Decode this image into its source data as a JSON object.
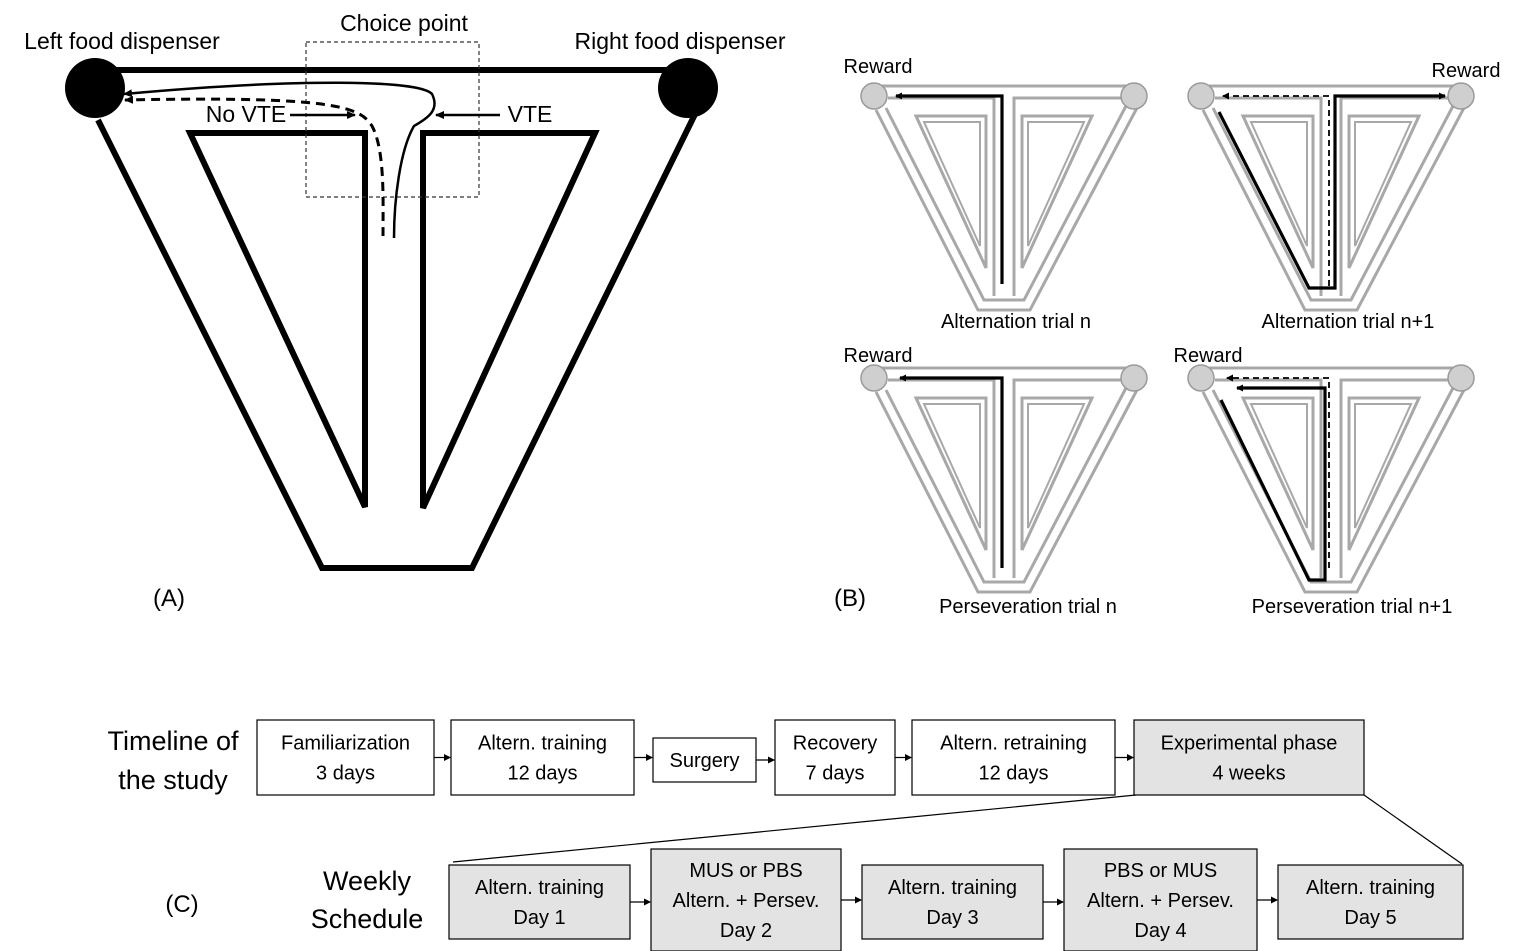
{
  "panel_a": {
    "panel_label": "(A)",
    "choice_point_label": "Choice point",
    "left_dispenser_label": "Left food dispenser",
    "right_dispenser_label": "Right food dispenser",
    "no_vte_label": "No VTE",
    "vte_label": "VTE"
  },
  "panel_b": {
    "panel_label": "(B)",
    "mazes": [
      {
        "caption": "Alternation trial n",
        "reward_label": "Reward"
      },
      {
        "caption": "Alternation trial n+1",
        "reward_label": "Reward"
      },
      {
        "caption": "Perseveration trial n",
        "reward_label": "Reward"
      },
      {
        "caption": "Perseveration trial n+1",
        "reward_label": "Reward"
      }
    ]
  },
  "panel_c": {
    "panel_label": "(C)",
    "timeline_label": [
      "Timeline of",
      "the study"
    ],
    "weekly_label": [
      "Weekly",
      "Schedule"
    ],
    "timeline": [
      {
        "lines": [
          "Familiarization",
          "3 days"
        ]
      },
      {
        "lines": [
          "Altern. training",
          "12 days"
        ]
      },
      {
        "lines": [
          "Surgery"
        ]
      },
      {
        "lines": [
          "Recovery",
          "7 days"
        ]
      },
      {
        "lines": [
          "Altern. retraining",
          "12 days"
        ]
      },
      {
        "lines": [
          "Experimental phase",
          "4 weeks"
        ]
      }
    ],
    "weekly": [
      {
        "lines": [
          "Altern. training",
          "Day 1"
        ]
      },
      {
        "lines": [
          "MUS or PBS",
          "Altern. + Persev.",
          "Day 2"
        ]
      },
      {
        "lines": [
          "Altern. training",
          "Day 3"
        ]
      },
      {
        "lines": [
          "PBS or MUS",
          "Altern. + Persev.",
          "Day 4"
        ]
      },
      {
        "lines": [
          "Altern. training",
          "Day 5"
        ]
      }
    ]
  },
  "colors": {
    "maze_stroke": "#000000",
    "mini_maze_stroke": "#a8a8a8",
    "dispenser_fill": "#000000",
    "mini_dispenser_fill": "#cfcfcf",
    "shaded_box_fill": "#e3e3e3"
  }
}
